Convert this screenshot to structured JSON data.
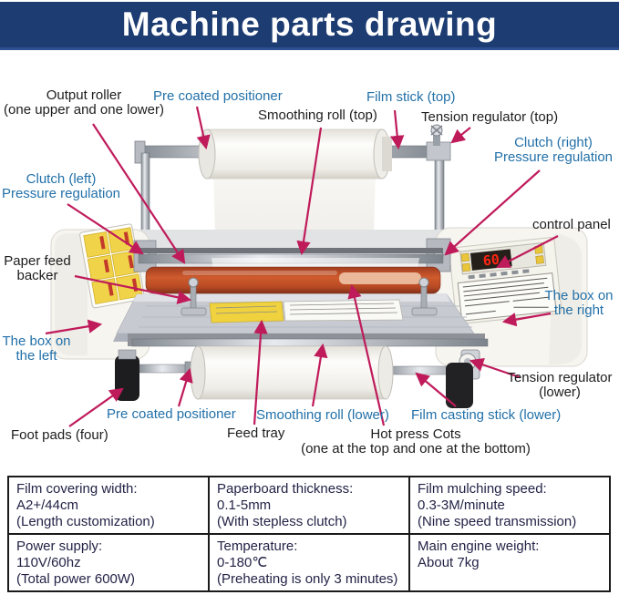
{
  "title": "Machine parts drawing",
  "diagram": {
    "display_value": "60",
    "arrow_color": "#bf1b5b",
    "label_blue": "#2270a8",
    "label_black": "#1d1d1f",
    "labels": [
      {
        "id": "output-roller",
        "color": "black",
        "lines": [
          "Output roller",
          "(one upper and one lower)"
        ]
      },
      {
        "id": "pre-coated-top",
        "color": "blue",
        "lines": [
          "Pre coated positioner"
        ]
      },
      {
        "id": "smoothing-top",
        "color": "black",
        "lines": [
          "Smoothing roll (top)"
        ]
      },
      {
        "id": "film-stick-top",
        "color": "blue",
        "lines": [
          "Film stick (top)"
        ]
      },
      {
        "id": "tension-top",
        "color": "black",
        "lines": [
          "Tension regulator (top)"
        ]
      },
      {
        "id": "clutch-right",
        "color": "blue",
        "lines": [
          "Clutch (right)",
          "Pressure regulation"
        ]
      },
      {
        "id": "clutch-left",
        "color": "blue",
        "lines": [
          "Clutch (left)",
          "Pressure regulation"
        ]
      },
      {
        "id": "control-panel",
        "color": "black",
        "lines": [
          "control panel"
        ]
      },
      {
        "id": "paper-feed-backer",
        "color": "black",
        "lines": [
          "Paper feed",
          "backer"
        ]
      },
      {
        "id": "box-right",
        "color": "blue",
        "lines": [
          "The box on",
          "the right"
        ]
      },
      {
        "id": "box-left",
        "color": "blue",
        "lines": [
          "The box on",
          "the left"
        ]
      },
      {
        "id": "tension-lower",
        "color": "black",
        "lines": [
          "Tension regulator",
          "(lower)"
        ]
      },
      {
        "id": "pre-coated-lower",
        "color": "blue",
        "lines": [
          "Pre coated positioner"
        ]
      },
      {
        "id": "smoothing-lower",
        "color": "blue",
        "lines": [
          "Smoothing roll (lower)"
        ]
      },
      {
        "id": "film-casting",
        "color": "blue",
        "lines": [
          "Film casting stick (lower)"
        ]
      },
      {
        "id": "hot-press",
        "color": "black",
        "lines": [
          "Hot press Cots",
          "(one at the top and one at the bottom)"
        ]
      },
      {
        "id": "foot-pads",
        "color": "black",
        "lines": [
          "Foot pads (four)"
        ]
      },
      {
        "id": "feed-tray",
        "color": "black",
        "lines": [
          "Feed tray"
        ]
      }
    ]
  },
  "spec_table": {
    "rows": [
      {
        "cells": [
          {
            "lines": [
              "Film covering width:",
              "A2+/44cm",
              "(Length customization)"
            ]
          },
          {
            "lines": [
              "Paperboard thickness:",
              "0.1-5mm",
              "(With stepless clutch)"
            ]
          },
          {
            "lines": [
              "Film mulching speed:",
              "0.3-3M/minute",
              "(Nine speed transmission)"
            ]
          }
        ]
      },
      {
        "cells": [
          {
            "lines": [
              "Power supply:",
              "110V/60hz",
              "(Total power 600W)"
            ]
          },
          {
            "lines": [
              "Temperature:",
              "0-180℃",
              "(Preheating is only 3 minutes)"
            ]
          },
          {
            "lines": [
              "Main engine weight:",
              "About 7kg",
              ""
            ]
          }
        ]
      }
    ]
  }
}
